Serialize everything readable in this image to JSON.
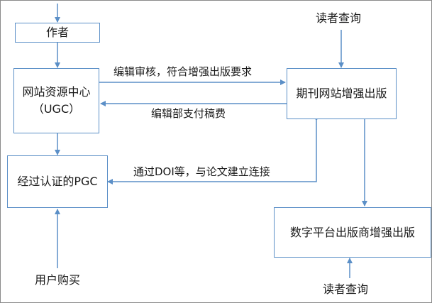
{
  "boxes": {
    "author": "作者",
    "site_center_line1": "网站资源中心",
    "site_center_line2": "（UGC）",
    "pgc": "经过认证的PGC",
    "journal_site": "期刊网站增强出版",
    "digital_platform": "数字平台出版商增强出版"
  },
  "labels": {
    "reader_query_top": "读者查询",
    "reader_query_bottom": "读者查询",
    "user_purchase": "用户购买",
    "edit_review": "编辑审核，符合增强出版要求",
    "edit_pay": "编辑部支付稿费",
    "doi_link": "通过DOI等，与论文建立连接"
  },
  "colors": {
    "box_border": "#5b8fc7",
    "arrow": "#5b8fc7",
    "text": "#1a1a1a",
    "frame": "#8a8a8a"
  }
}
